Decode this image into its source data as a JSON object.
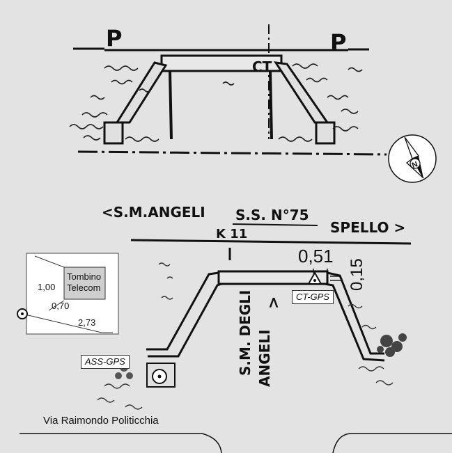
{
  "top_sketch": {
    "marker_left": "P",
    "marker_right": "P",
    "culvert_label": "CT"
  },
  "road": {
    "direction_left": "<S.M.ANGELI",
    "road_name": "S.S. N°75",
    "direction_right": "SPELLO >",
    "km": "K 11"
  },
  "side_road": {
    "line1": "S.M. DEGLI",
    "line2": "ANGELI",
    "arrow": ">"
  },
  "dimensions": {
    "offset_a": "0,51",
    "offset_b": "0,15"
  },
  "gps_labels": {
    "ct": "CT-GPS",
    "ass": "ASS-GPS"
  },
  "inset": {
    "box_line1": "Tombino",
    "box_line2": "Telecom",
    "dist_1": "1,00",
    "dist_2": "0,70",
    "dist_3": "2,73"
  },
  "street_name": "Via Raimondo Politicchia",
  "compass_letter": "N"
}
